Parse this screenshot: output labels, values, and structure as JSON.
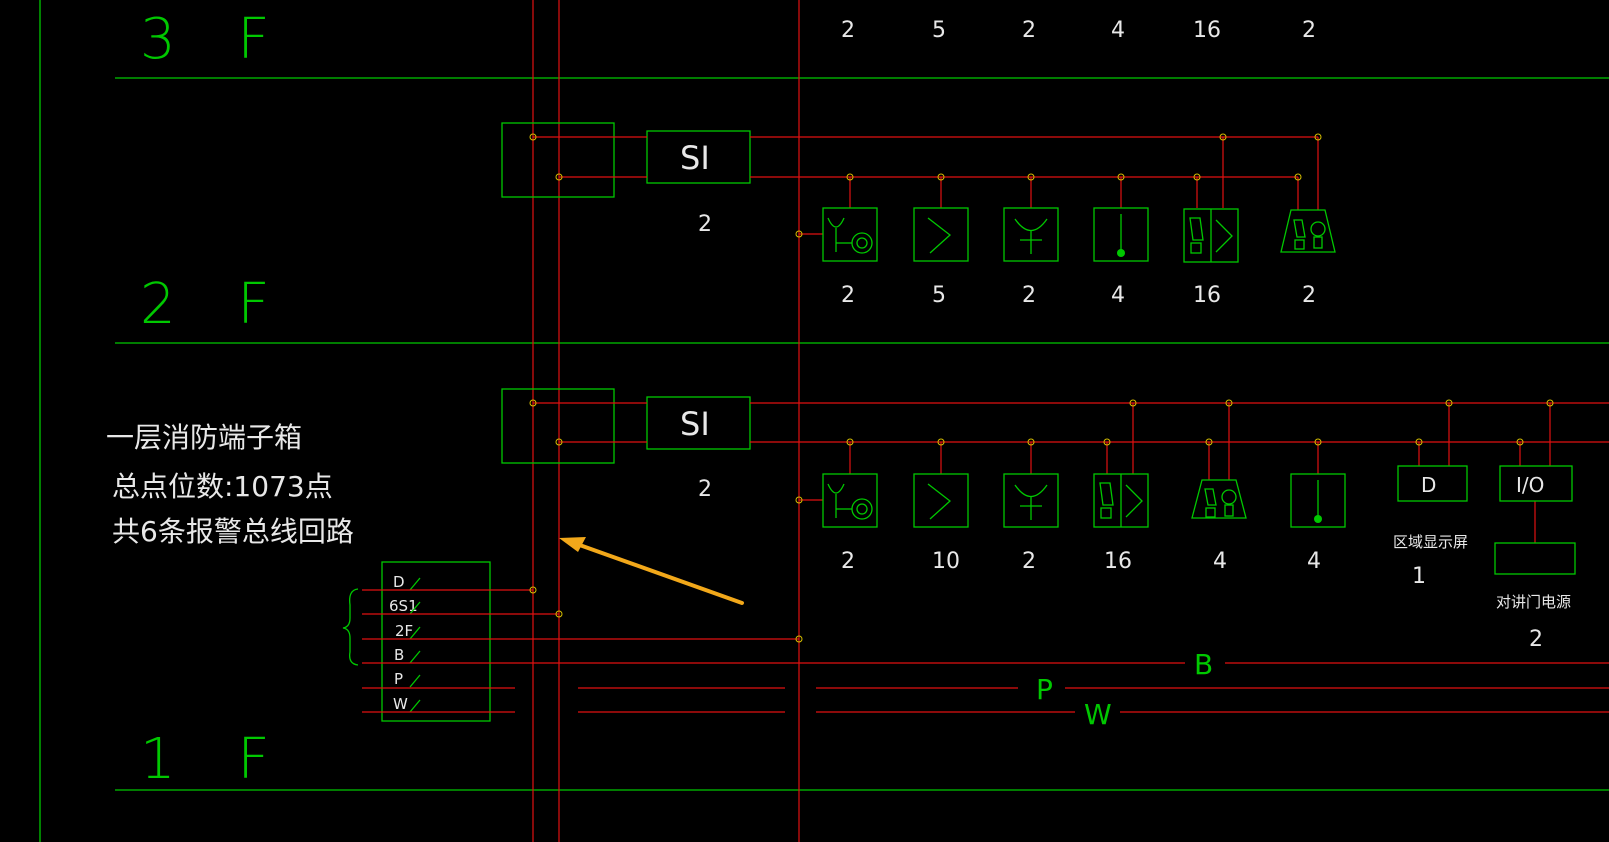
{
  "floors": {
    "f3": "3 F",
    "f2": "2 F",
    "f1": "1 F"
  },
  "floor3": {
    "counts": [
      "2",
      "5",
      "2",
      "4",
      "16",
      "2"
    ]
  },
  "floor2": {
    "module_label": "SI",
    "module_count": "2",
    "device_counts": [
      "2",
      "5",
      "2",
      "4",
      "16",
      "2"
    ]
  },
  "floor1": {
    "module_label": "SI",
    "module_count": "2",
    "device_counts": [
      "2",
      "10",
      "2",
      "16",
      "4",
      "4"
    ],
    "display_box": "D",
    "display_name": "区域显示屏",
    "display_count": "1",
    "io_box": "I/O",
    "intercom_name": "对讲门电源",
    "intercom_count": "2"
  },
  "note": {
    "line1": "一层消防端子箱",
    "line2": "总点位数:1073点",
    "line3": "共6条报警总线回路"
  },
  "terminal_box": {
    "labels": [
      "D",
      "6S1",
      "2F",
      "B",
      "P",
      "W"
    ]
  },
  "bus_labels": {
    "b": "B",
    "p": "P",
    "w": "W"
  },
  "colors": {
    "background": "#000000",
    "line_green": "#00c800",
    "line_red": "#e01010",
    "arrow": "#f2a81a",
    "text": "#e8e8e8"
  }
}
